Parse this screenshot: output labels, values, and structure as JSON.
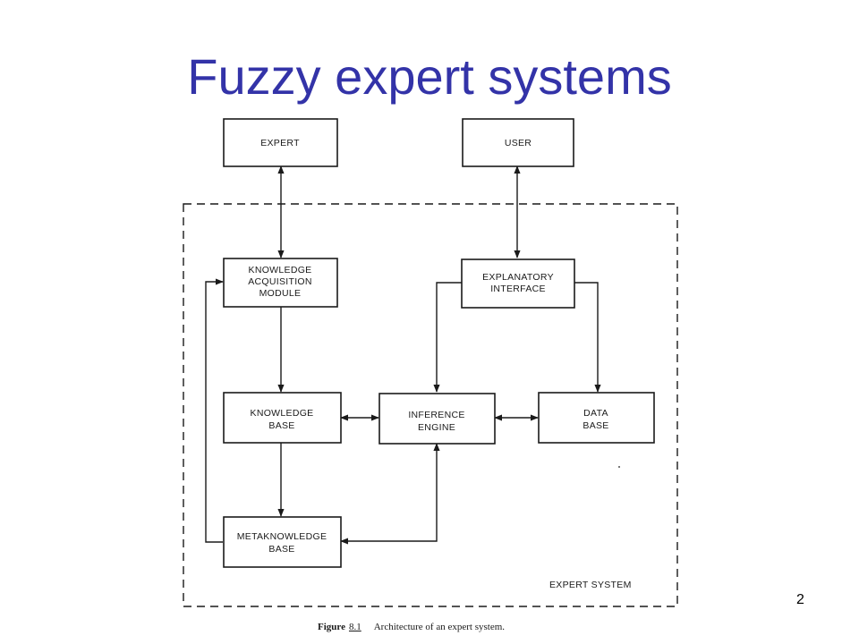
{
  "slide": {
    "title": "Fuzzy expert systems",
    "page_number": "2"
  },
  "diagram": {
    "frame_label": "EXPERT SYSTEM",
    "boxes": {
      "expert": [
        "EXPERT"
      ],
      "user": [
        "USER"
      ],
      "kam": [
        "KNOWLEDGE",
        "ACQUISITION",
        "MODULE"
      ],
      "expl": [
        "EXPLANATORY",
        "INTERFACE"
      ],
      "kb": [
        "KNOWLEDGE",
        "BASE"
      ],
      "ie": [
        "INFERENCE",
        "ENGINE"
      ],
      "db": [
        "DATA",
        "BASE"
      ],
      "mkb": [
        "METAKNOWLEDGE",
        "BASE"
      ]
    }
  },
  "caption": {
    "label": "Figure",
    "number": "8.1",
    "text": "Architecture of an expert system."
  }
}
